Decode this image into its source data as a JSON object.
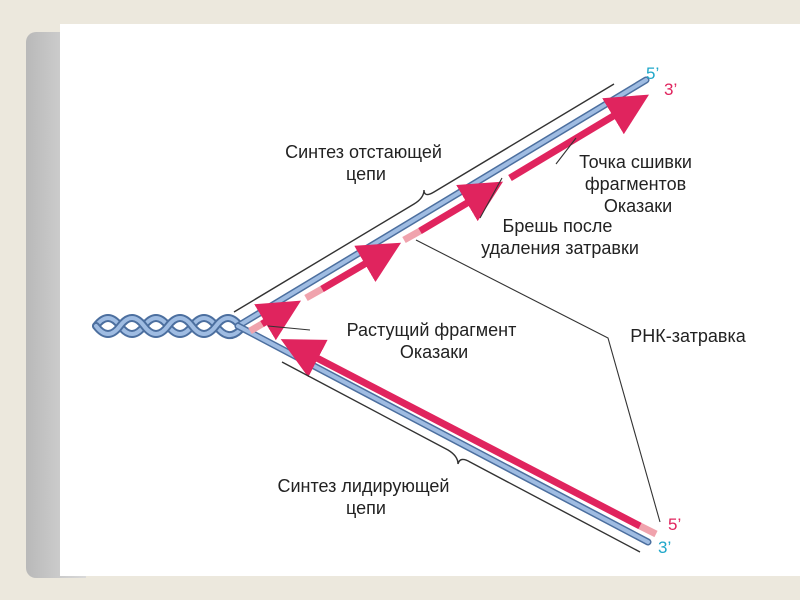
{
  "labels": {
    "lagging_line1": "Синтез отстающей",
    "lagging_line2": "цепи",
    "ligation_line1": "Точка сшивки",
    "ligation_line2": "фрагментов",
    "ligation_line3": "Оказаки",
    "gap_line1": "Брешь после",
    "gap_line2": "удаления затравки",
    "growing_line1": "Растущий фрагмент",
    "growing_line2": "Оказаки",
    "primer": "РНК-затравка",
    "leading_line1": "Синтез лидирующей",
    "leading_line2": "цепи"
  },
  "ends": {
    "top_5": "5’",
    "top_3": "3’",
    "bottom_5": "5’",
    "bottom_3": "3’"
  },
  "colors": {
    "template_strand": "#8fb0dc",
    "template_edge": "#4c6f9f",
    "new_strand": "#e0245e",
    "primer": "#f0a3ad",
    "label": "#222222",
    "five_prime_top": "#1fa7c9",
    "three_prime_top": "#e0245e",
    "five_prime_bottom": "#e0245e",
    "three_prime_bottom": "#1fa7c9"
  }
}
